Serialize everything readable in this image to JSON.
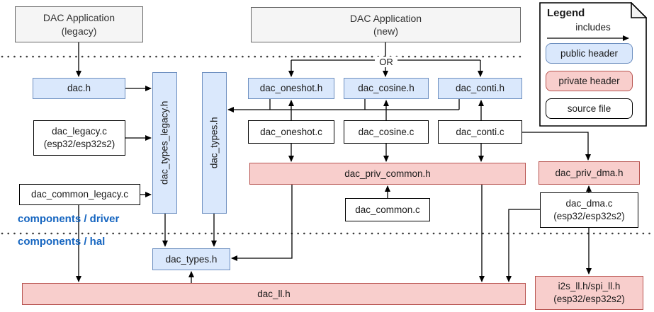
{
  "diagram": {
    "or_label": "OR",
    "section_labels": {
      "driver": "components / driver",
      "hal": "components / hal"
    }
  },
  "legend": {
    "title": "Legend",
    "includes_label": "includes",
    "items": [
      {
        "label": "public header",
        "type": "public-header"
      },
      {
        "label": "private header",
        "type": "private-header"
      },
      {
        "label": "source file",
        "type": "source-file"
      }
    ]
  },
  "nodes": {
    "app_legacy": {
      "line1": "DAC Application",
      "line2": "(legacy)",
      "type": "application"
    },
    "app_new": {
      "line1": "DAC Application",
      "line2": "(new)",
      "type": "application"
    },
    "dac_h": {
      "label": "dac.h",
      "type": "public-header"
    },
    "dac_types_legacy_h": {
      "label": "dac_types_legacy.h",
      "type": "public-header"
    },
    "dac_types_h_driver": {
      "label": "dac_types.h",
      "type": "public-header"
    },
    "dac_oneshot_h": {
      "label": "dac_oneshot.h",
      "type": "public-header"
    },
    "dac_cosine_h": {
      "label": "dac_cosine.h",
      "type": "public-header"
    },
    "dac_conti_h": {
      "label": "dac_conti.h",
      "type": "public-header"
    },
    "dac_legacy_c": {
      "line1": "dac_legacy.c",
      "line2": "(esp32/esp32s2)",
      "type": "source-file"
    },
    "dac_common_legacy_c": {
      "label": "dac_common_legacy.c",
      "type": "source-file"
    },
    "dac_oneshot_c": {
      "label": "dac_oneshot.c",
      "type": "source-file"
    },
    "dac_cosine_c": {
      "label": "dac_cosine.c",
      "type": "source-file"
    },
    "dac_conti_c": {
      "label": "dac_conti.c",
      "type": "source-file"
    },
    "dac_priv_common_h": {
      "label": "dac_priv_common.h",
      "type": "private-header"
    },
    "dac_common_c": {
      "label": "dac_common.c",
      "type": "source-file"
    },
    "dac_priv_dma_h": {
      "label": "dac_priv_dma.h",
      "type": "private-header"
    },
    "dac_dma_c": {
      "line1": "dac_dma.c",
      "line2": "(esp32/esp32s2)",
      "type": "source-file"
    },
    "dac_types_h_hal": {
      "label": "dac_types.h",
      "type": "public-header"
    },
    "dac_ll_h": {
      "label": "dac_ll.h",
      "type": "private-header"
    },
    "i2s_spi_ll_h": {
      "line1": "i2s_ll.h/spi_ll.h",
      "line2": "(esp32/esp32s2)",
      "type": "private-header"
    }
  },
  "colors": {
    "public_header_fill": "#dae8fc",
    "public_header_border": "#6c8ebf",
    "private_header_fill": "#f8cecc",
    "private_header_border": "#b85450",
    "application_fill": "#f5f5f5",
    "application_border": "#666666",
    "source_file_fill": "#ffffff",
    "source_file_border": "#000000",
    "section_label_text": "#1565c0",
    "edge_stroke": "#000000"
  }
}
